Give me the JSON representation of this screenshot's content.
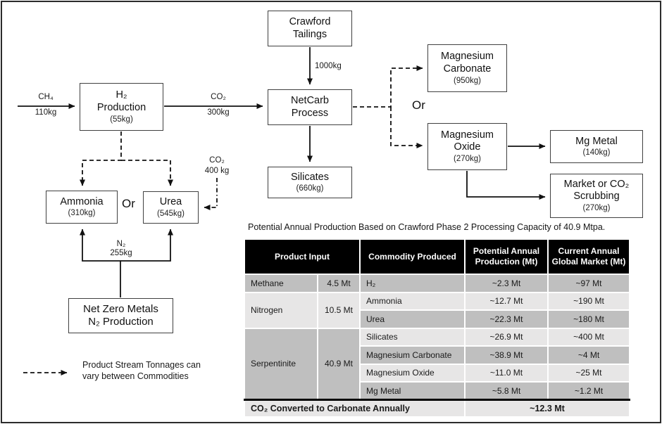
{
  "diagram": {
    "boxes": {
      "crawford": {
        "title": "Crawford\nTailings"
      },
      "h2prod": {
        "title": "H₂\nProduction",
        "value": "(55kg)"
      },
      "netcarb": {
        "title": "NetCarb\nProcess"
      },
      "silicates": {
        "title": "Silicates",
        "value": "(660kg)"
      },
      "mgcarb": {
        "title": "Magnesium\nCarbonate",
        "value": "(950kg)"
      },
      "mgoxide": {
        "title": "Magnesium\nOxide",
        "value": "(270kg)"
      },
      "mgmetal": {
        "title": "Mg Metal",
        "value": "(140kg)"
      },
      "market": {
        "title": "Market or CO₂\nScrubbing",
        "value": "(270kg)"
      },
      "ammonia": {
        "title": "Ammonia",
        "value": "(310kg)"
      },
      "urea": {
        "title": "Urea",
        "value": "(545kg)"
      },
      "netzero": {
        "title": "Net Zero Metals\nN₂ Production"
      }
    },
    "labels": {
      "ch4": "CH₄",
      "ch4_qty": "110kg",
      "co2_300": "CO₂",
      "co2_300_qty": "300kg",
      "tailings_qty": "1000kg",
      "co2_400": "CO₂",
      "co2_400_qty": "400 kg",
      "n2": "N₂",
      "n2_qty": "255kg",
      "or_left": "Or",
      "or_right": "Or"
    },
    "legend": {
      "text": "Product Stream Tonnages can\nvary between Commodities"
    }
  },
  "table": {
    "caption": "Potential Annual Production Based on Crawford Phase 2 Processing Capacity of 40.9 Mtpa.",
    "headers": [
      "Product Input",
      "Commodity Produced",
      "Potential Annual Production (Mt)",
      "Current Annual Global Market (Mt)"
    ],
    "input_groups": [
      {
        "name": "Methane",
        "tonnage": "4.5 Mt"
      },
      {
        "name": "Nitrogen",
        "tonnage": "10.5 Mt"
      },
      {
        "name": "Serpentinite",
        "tonnage": "40.9 Mt"
      }
    ],
    "rows": [
      {
        "commodity": "H₂",
        "production": "~2.3 Mt",
        "market": "~97 Mt"
      },
      {
        "commodity": "Ammonia",
        "production": "~12.7 Mt",
        "market": "~190 Mt"
      },
      {
        "commodity": "Urea",
        "production": "~22.3 Mt",
        "market": "~180 Mt"
      },
      {
        "commodity": "Silicates",
        "production": "~26.9 Mt",
        "market": "~400 Mt"
      },
      {
        "commodity": "Magnesium Carbonate",
        "production": "~38.9 Mt",
        "market": "~4 Mt"
      },
      {
        "commodity": "Magnesium Oxide",
        "production": "~11.0 Mt",
        "market": "~25 Mt"
      },
      {
        "commodity": "Mg Metal",
        "production": "~5.8 Mt",
        "market": "~1.2 Mt"
      }
    ],
    "footer": {
      "label": "CO₂ Converted to Carbonate Annually",
      "value": "~12.3 Mt"
    },
    "colors": {
      "header_bg": "#000000",
      "row_dark": "#BFBFBF",
      "row_light": "#E7E6E6"
    }
  }
}
